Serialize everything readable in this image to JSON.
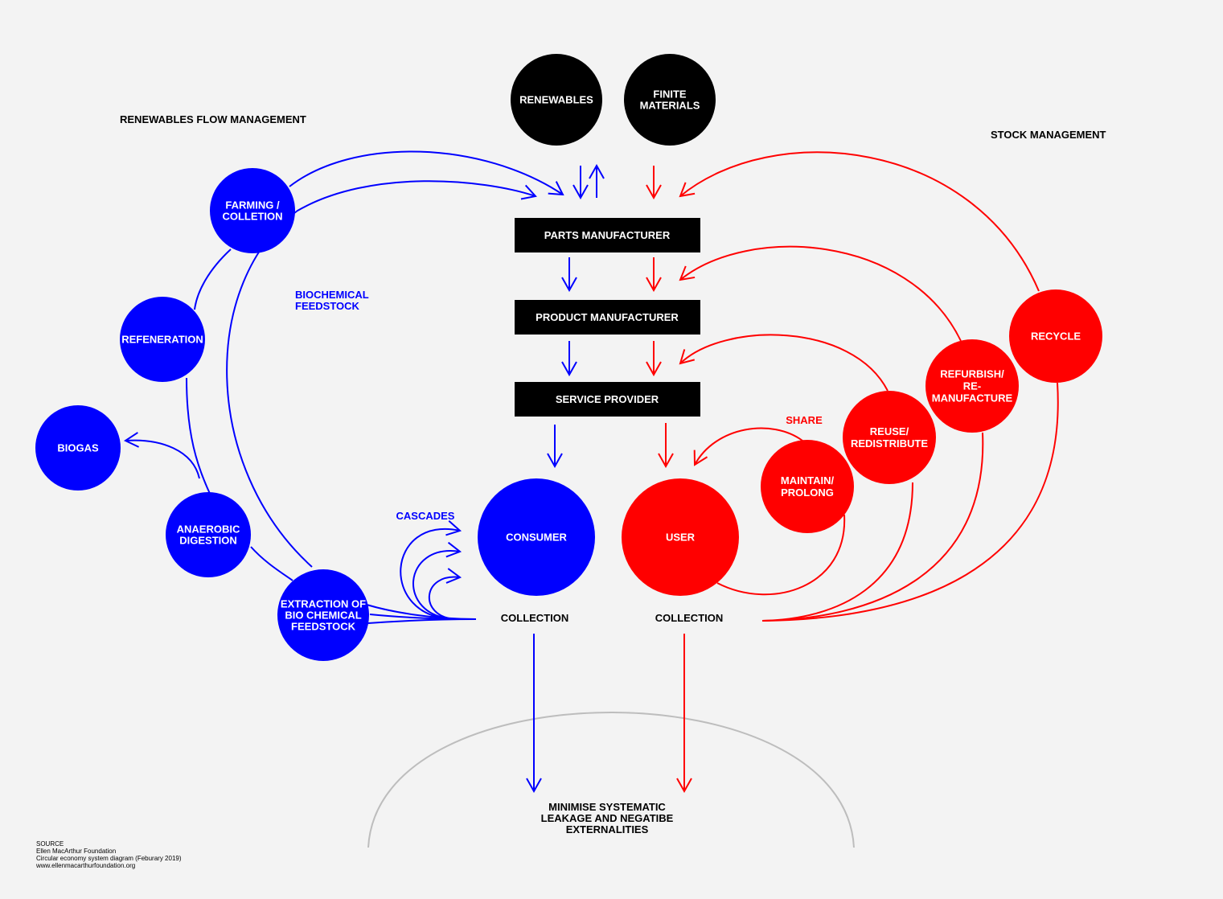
{
  "colors": {
    "blue": "#0000ff",
    "red": "#ff0000",
    "black": "#000000",
    "grey": "#bdbdbd",
    "background": "#f3f3f3"
  },
  "headings": {
    "renewables_flow": "RENEWABLES FLOW MANAGEMENT",
    "stock_management": "STOCK MANAGEMENT",
    "biochemical": [
      "BIOCHEMICAL",
      "FEEDSTOCK"
    ],
    "cascades": "CASCADES",
    "share": "SHARE"
  },
  "sources": {
    "renewables": [
      "RENEWABLES"
    ],
    "finite": [
      "FINITE",
      "MATERIALS"
    ]
  },
  "chain": {
    "parts": "PARTS MANUFACTURER",
    "product": "PRODUCT MANUFACTURER",
    "service": "SERVICE PROVIDER"
  },
  "biological": {
    "farming": [
      "FARMING /",
      "COLLETION"
    ],
    "regeneration": [
      "REFENERATION"
    ],
    "biogas": [
      "BIOGAS"
    ],
    "anaerobic": [
      "ANAEROBIC",
      "DIGESTION"
    ],
    "extraction": [
      "EXTRACTION OF",
      "BIO CHEMICAL",
      "FEEDSTOCK"
    ],
    "consumer": [
      "CONSUMER"
    ]
  },
  "technical": {
    "user": [
      "USER"
    ],
    "maintain": [
      "MAINTAIN/",
      "PROLONG"
    ],
    "reuse": [
      "REUSE/",
      "REDISTRIBUTE"
    ],
    "refurbish": [
      "REFURBISH/",
      "RE-",
      "MANUFACTURE"
    ],
    "recycle": [
      "RECYCLE"
    ]
  },
  "collection": {
    "left": "COLLECTION",
    "right": "COLLECTION"
  },
  "leakage": [
    "MINIMISE SYSTEMATIC",
    "LEAKAGE AND NEGATIBE",
    "EXTERNALITIES"
  ],
  "source_note": [
    "SOURCE",
    "Ellen MacArthur Foundation",
    "Circular economy system diagram (Feburary 2019)",
    "www.ellenmacarthurfoundation.org"
  ]
}
